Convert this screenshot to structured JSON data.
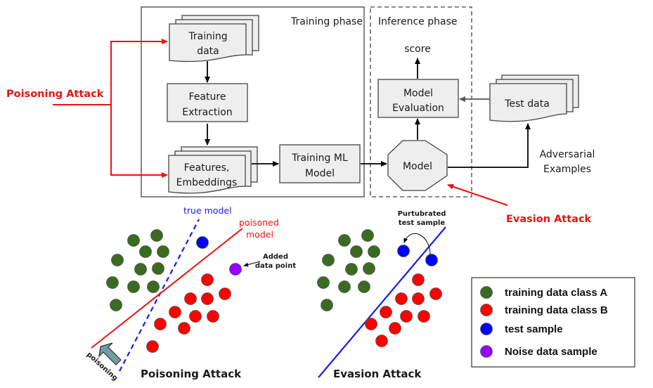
{
  "top_diagram": {
    "training_phase_label": "Training phase",
    "inference_phase_label": "Inference phase",
    "nodes": {
      "training_data": [
        "Training",
        "data"
      ],
      "feature_extraction": [
        "Feature",
        "Extraction"
      ],
      "features_embeddings": [
        "Features,",
        "Embeddings"
      ],
      "training_ml_model": [
        "Training ML",
        "Model"
      ],
      "model": "Model",
      "model_evaluation": [
        "Model",
        "Evaluation"
      ],
      "score": "score",
      "test_data": "Test data",
      "adversarial_examples": [
        "Adversarial",
        "Examples"
      ]
    },
    "attacks": {
      "poisoning": "Poisoning Attack",
      "evasion": "Evasion Attack"
    },
    "colors": {
      "attack": "#ee1111",
      "box_fill": "#eeeeee",
      "box_stroke": "#444444"
    }
  },
  "poisoning_panel": {
    "title": "Poisoning Attack",
    "true_model_label": "true model",
    "poisoned_model_label": [
      "poisoned",
      "model"
    ],
    "added_point_label": [
      "Added",
      "data point"
    ],
    "poisoning_arrow_label": "poisoning"
  },
  "evasion_panel": {
    "title": "Evasion Attack",
    "perturbed_label": [
      "Purtubrated",
      "test sample"
    ]
  },
  "legend": {
    "items": [
      {
        "label": "training data class A",
        "color": "#3a6b21"
      },
      {
        "label": "training data class B",
        "color": "#ff0000"
      },
      {
        "label": "test sample",
        "color": "#0000ff"
      },
      {
        "label": "Noise data sample",
        "color": "#9900ff"
      }
    ]
  }
}
